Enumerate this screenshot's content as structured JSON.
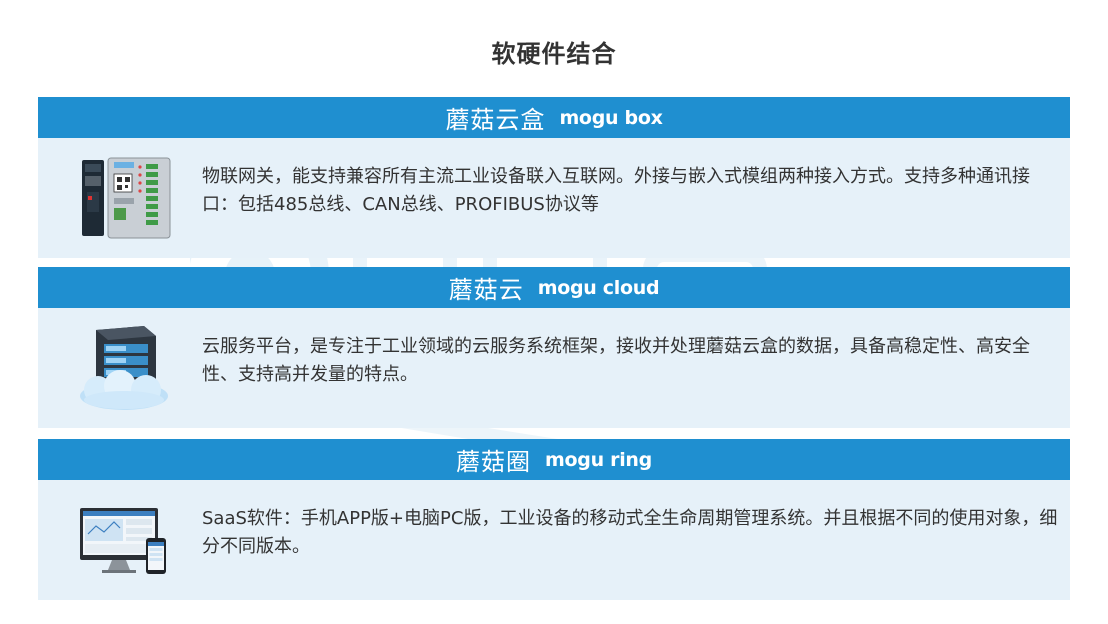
{
  "page": {
    "title": "软硬件结合"
  },
  "sections": [
    {
      "title_cn": "蘑菇云盒",
      "title_en": "mogu box",
      "description": "物联网关，能支持兼容所有主流工业设备联入互联网。外接与嵌入式模组两种接入方式。支持多种通讯接口：包括485总线、CAN总线、PROFIBUS协议等",
      "icon": "gateway-device-icon"
    },
    {
      "title_cn": "蘑菇云",
      "title_en": "mogu cloud",
      "description": "云服务平台，是专注于工业领域的云服务系统框架，接收并处理蘑菇云盒的数据，具备高稳定性、高安全性、支持高并发量的特点。",
      "icon": "cloud-server-icon"
    },
    {
      "title_cn": "蘑菇圈",
      "title_en": "mogu ring",
      "description": "SaaS软件：手机APP版+电脑PC版，工业设备的移动式全生命周期管理系统。并且根据不同的使用对象，细分不同版本。",
      "icon": "desktop-mobile-icon"
    }
  ],
  "colors": {
    "header_bg": "#1f8fd0",
    "body_bg": "#e6f1f9",
    "text": "#333333",
    "header_text": "#ffffff"
  }
}
